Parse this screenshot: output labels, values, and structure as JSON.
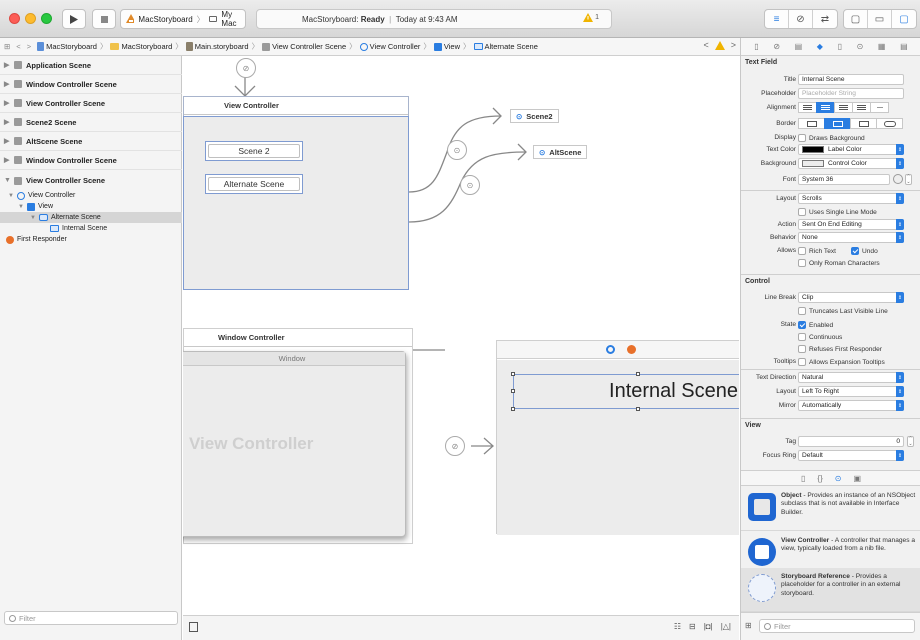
{
  "toolbar": {
    "scheme_app": "MacStoryboard",
    "scheme_dest": "My Mac",
    "activity_app": "MacStoryboard:",
    "activity_status": "Ready",
    "activity_sep": "|",
    "activity_time": "Today at 9:43 AM",
    "warning_count": "1"
  },
  "jumpbar": {
    "crumbs": [
      "MacStoryboard",
      "MacStoryboard",
      "Main.storyboard",
      "View Controller Scene",
      "View Controller",
      "View",
      "Alternate Scene"
    ]
  },
  "navigator": {
    "scenes": [
      "Application Scene",
      "Window Controller Scene",
      "View Controller Scene",
      "Scene2 Scene",
      "AltScene Scene",
      "Window Controller Scene",
      "View Controller Scene"
    ],
    "tree": {
      "view_controller": "View Controller",
      "view": "View",
      "alternate_scene": "Alternate Scene",
      "internal_scene": "Internal Scene",
      "first_responder": "First Responder"
    },
    "filter_placeholder": "Filter"
  },
  "canvas": {
    "vc_title": "View Controller",
    "button_scene2": "Scene 2",
    "button_alternate": "Alternate Scene",
    "ref_scene2": "Scene2",
    "ref_altscene": "AltScene",
    "wc_title": "Window Controller",
    "window_title": "Window",
    "vc_placeholder": "View Controller",
    "internal_text": "Internal Scene"
  },
  "inspector": {
    "text_field": {
      "header": "Text Field",
      "title_label": "Title",
      "title_value": "Internal Scene",
      "placeholder_label": "Placeholder",
      "placeholder_hint": "Placeholder String",
      "alignment_label": "Alignment",
      "border_label": "Border",
      "display_label": "Display",
      "display_option": "Draws Background",
      "text_color_label": "Text Color",
      "text_color_value": "Label Color",
      "background_label": "Background",
      "background_value": "Control Color",
      "font_label": "Font",
      "font_value": "System 36",
      "layout_label": "Layout",
      "layout_value": "Scrolls",
      "single_line": "Uses Single Line Mode",
      "action_label": "Action",
      "action_value": "Sent On End Editing",
      "behavior_label": "Behavior",
      "behavior_value": "None",
      "allows_label": "Allows",
      "rich_text": "Rich Text",
      "undo": "Undo",
      "roman": "Only Roman Characters"
    },
    "control": {
      "header": "Control",
      "line_break_label": "Line Break",
      "line_break_value": "Clip",
      "truncates": "Truncates Last Visible Line",
      "state_label": "State",
      "enabled": "Enabled",
      "continuous": "Continuous",
      "refuses": "Refuses First Responder",
      "tooltips_label": "Tooltips",
      "tooltips_option": "Allows Expansion Tooltips",
      "text_direction_label": "Text Direction",
      "text_direction_value": "Natural",
      "layout_label": "Layout",
      "layout_value": "Left To Right",
      "mirror_label": "Mirror",
      "mirror_value": "Automatically"
    },
    "view": {
      "header": "View",
      "tag_label": "Tag",
      "tag_value": "0",
      "focus_ring_label": "Focus Ring",
      "focus_ring_value": "Default"
    },
    "library": [
      {
        "name": "Object",
        "desc": " - Provides an instance of an NSObject subclass that is not available in Interface Builder."
      },
      {
        "name": "View Controller",
        "desc": " - A controller that manages a view, typically loaded from a nib file."
      },
      {
        "name": "Storyboard Reference",
        "desc": " - Provides a placeholder for a controller in an external storyboard."
      }
    ],
    "filter_placeholder": "Filter"
  },
  "colors": {
    "accent": "#2a7de1",
    "selection_outline": "#7f9bd1",
    "warning": "#e0a000",
    "close": "#fc5d56",
    "minimize": "#fdbb2e",
    "maximize": "#28c840"
  }
}
